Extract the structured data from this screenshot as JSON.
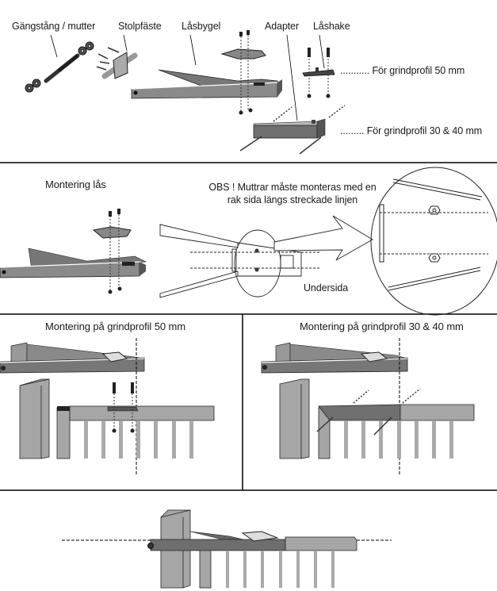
{
  "diagram": {
    "kind": "assembly instructions",
    "colors": {
      "line": "#000000",
      "part_dark": "#6e6e6e",
      "part_mid": "#8f8f8f",
      "part_light": "#b4b4b4",
      "post": "#a6a6a6",
      "background": "#ffffff"
    }
  },
  "parts": {
    "threaded_rod": "Gängstång / mutter",
    "post_bracket": "Stolpfäste",
    "lock_bracket": "Låsbygel",
    "adapter": "Adapter",
    "latch": "Låshake",
    "note_50": "........... För grindprofil 50 mm",
    "note_30_40": "......... För grindprofil 30 & 40 mm"
  },
  "section_lock": {
    "title": "Montering lås",
    "obs_line1": "OBS !  Muttrar måste monteras med en",
    "obs_line2": "rak sida längs streckade linjen",
    "underside": "Undersida"
  },
  "section_50": {
    "title": "Montering på grindprofil 50 mm"
  },
  "section_30_40": {
    "title": "Montering på grindprofil 30 & 40 mm"
  }
}
